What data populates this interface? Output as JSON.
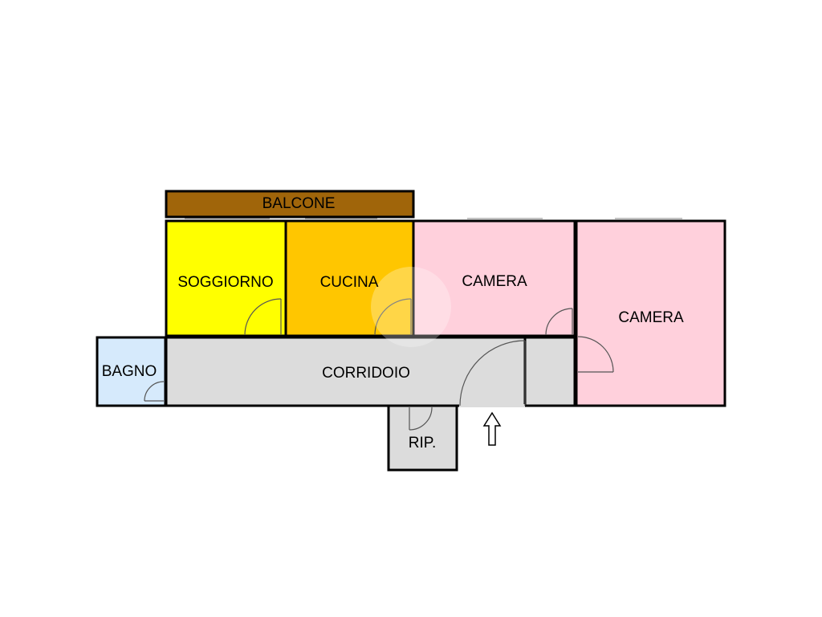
{
  "rooms": {
    "balcone": {
      "label": "BALCONE",
      "color": "#a0650a"
    },
    "soggiorno": {
      "label": "SOGGIORNO",
      "color": "#ffff00"
    },
    "cucina": {
      "label": "CUCINA",
      "color": "#ffc600"
    },
    "camera_1": {
      "label": "CAMERA",
      "color": "#ffd0dc"
    },
    "camera_2": {
      "label": "CAMERA",
      "color": "#ffd0dc"
    },
    "bagno": {
      "label": "BAGNO",
      "color": "#d6eafc"
    },
    "corridoio": {
      "label": "CORRIDOIO",
      "color": "#dcdcdc"
    },
    "ripostiglio": {
      "label": "RIP.",
      "color": "#dcdcdc"
    }
  },
  "entrance": {
    "icon": "entrance-arrow-icon"
  }
}
